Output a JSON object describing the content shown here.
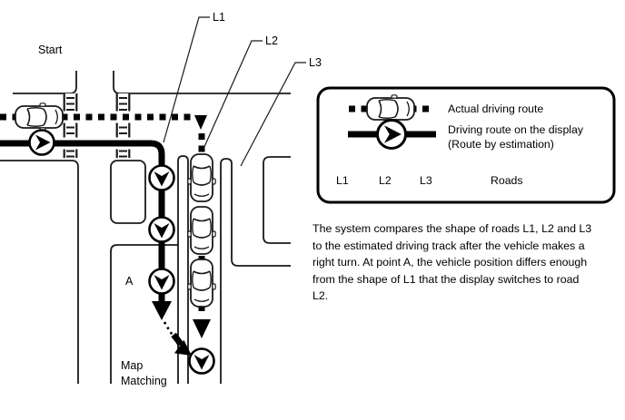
{
  "diagram": {
    "labels": {
      "start": "Start",
      "point_a": "A",
      "map_matching_line1": "Map",
      "map_matching_line2": "Matching"
    },
    "road_labels": {
      "l1": "L1",
      "l2": "L2",
      "l3": "L3"
    }
  },
  "legend": {
    "actual_route_label": "Actual driving route",
    "display_route_label_line1": "Driving route on the display",
    "display_route_label_line2": "(Route by estimation)",
    "road_labels": {
      "l1": "L1",
      "l2": "L2",
      "l3": "L3"
    },
    "roads_label": "Roads"
  },
  "description": {
    "lines": [
      "The system compares the shape of roads L1, L2 and L3",
      "to the estimated driving track after the vehicle makes a",
      "right turn. At point A, the vehicle position differs enough",
      "from the shape of L1 that the display switches to road",
      "L2."
    ]
  },
  "colors": {
    "background": "#ffffff",
    "road_line": "#1a1a1a",
    "route": "#000000"
  },
  "icons": {
    "car_top_view": "car-top-view-icon",
    "position_marker": "position-marker-icon",
    "crosswalk": "crosswalk-icon",
    "route_arrow": "route-arrowhead-icon",
    "map_matching_jump": "curved-jump-arrow-icon"
  }
}
